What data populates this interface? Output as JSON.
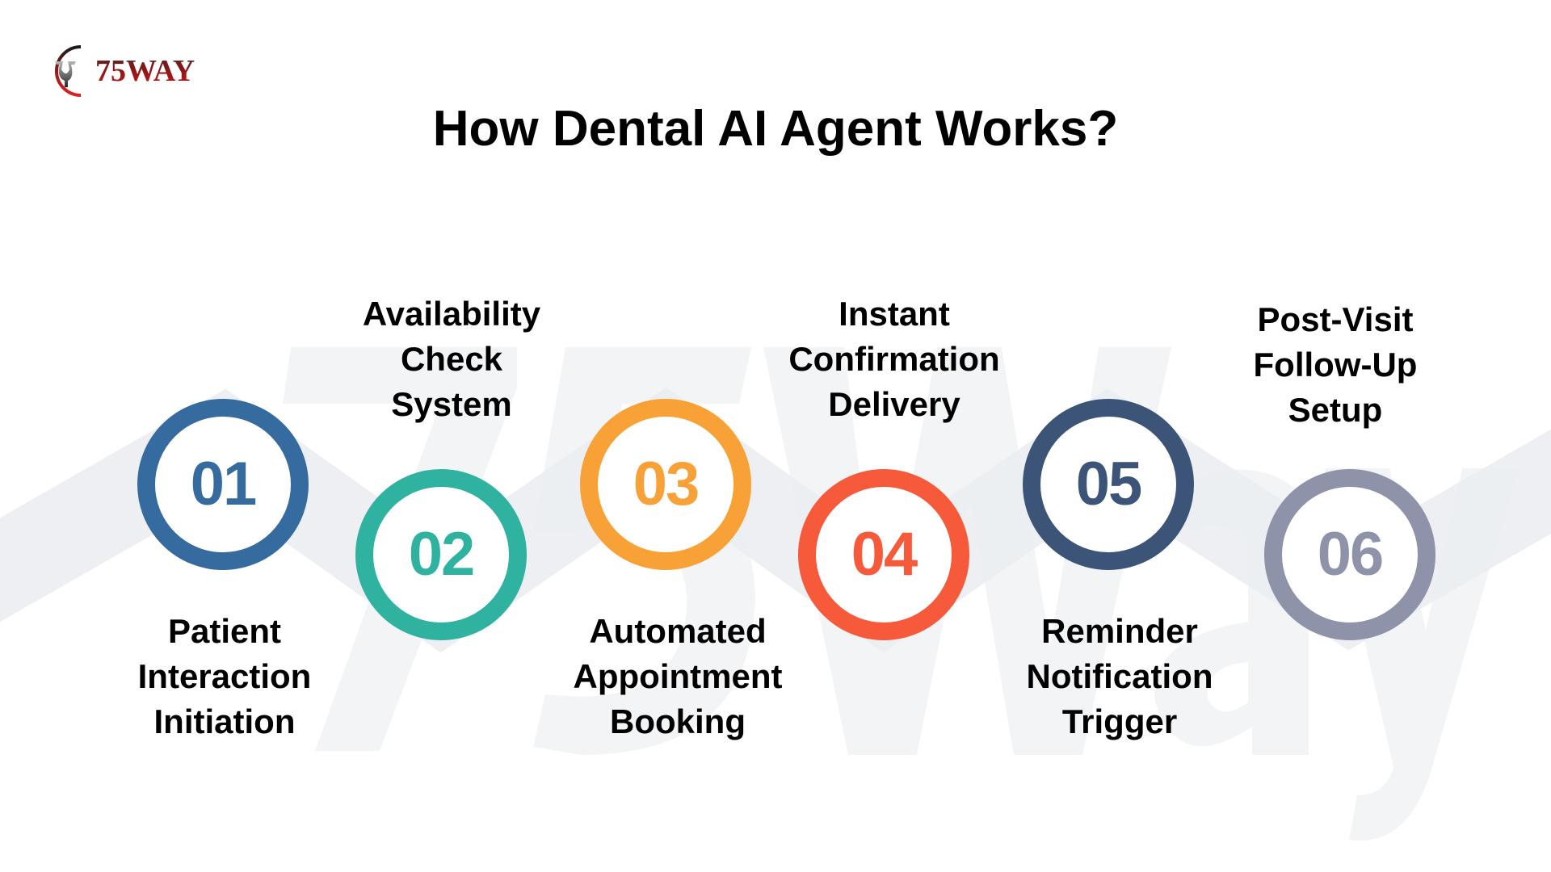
{
  "brand": {
    "logo_text": "75WAY",
    "logo_colors": {
      "dark": "#3a3a3a",
      "red": "#cc1a1a"
    }
  },
  "title": "How Dental AI Agent Works?",
  "watermark_text": "75Way",
  "colors": {
    "band": "#eceef1",
    "watermark": "#f3f4f5",
    "text": "#000000"
  },
  "steps": [
    {
      "number": "01",
      "label_lines": [
        "Patient",
        "Interaction",
        "Initiation"
      ],
      "color": "#356b9f",
      "label_position": "below"
    },
    {
      "number": "02",
      "label_lines": [
        "Availability",
        "Check",
        "System"
      ],
      "color": "#2fb3a0",
      "label_position": "above"
    },
    {
      "number": "03",
      "label_lines": [
        "Automated",
        "Appointment",
        "Booking"
      ],
      "color": "#f7a137",
      "label_position": "below"
    },
    {
      "number": "04",
      "label_lines": [
        "Instant",
        "Confirmation",
        "Delivery"
      ],
      "color": "#f75a3a",
      "label_position": "above"
    },
    {
      "number": "05",
      "label_lines": [
        "Reminder",
        "Notification",
        "Trigger"
      ],
      "color": "#3b5478",
      "label_position": "below"
    },
    {
      "number": "06",
      "label_lines": [
        "Post-Visit",
        "Follow-Up",
        "Setup"
      ],
      "color": "#8e93aa",
      "label_position": "above"
    }
  ]
}
